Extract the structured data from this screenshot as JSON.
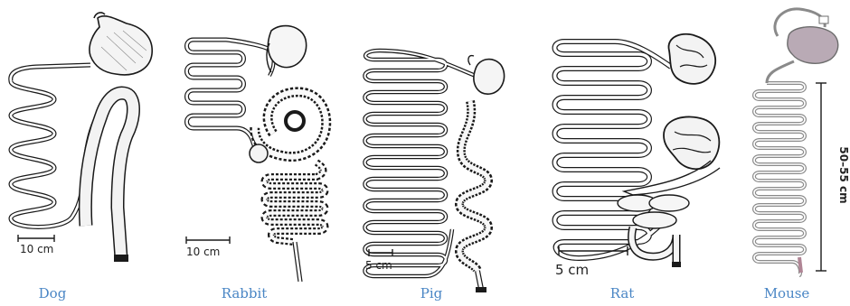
{
  "panels": [
    {
      "id": "dog",
      "label": "Dog",
      "scale_label": "10 cm"
    },
    {
      "id": "rabbit",
      "label": "Rabbit",
      "scale_label": "10 cm"
    },
    {
      "id": "pig",
      "label": "Pig",
      "scale_label": "5 cm"
    },
    {
      "id": "rat",
      "label": "Rat",
      "scale_label": "5 cm"
    },
    {
      "id": "mouse",
      "label": "Mouse",
      "length_label": "50–55 cm"
    }
  ],
  "colors": {
    "label_blue": "#4a86c5",
    "ink": "#1a1a1a",
    "mouse_ink": "#8a8a8a",
    "mouse_stomach": "#b9aab5",
    "mouse_rectum": "#b08595"
  }
}
